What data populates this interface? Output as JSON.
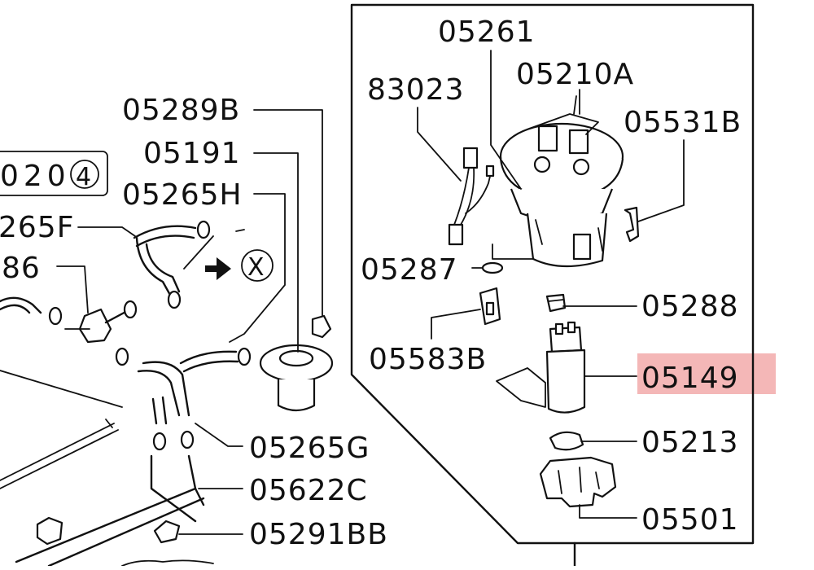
{
  "diagram": {
    "highlight_color": "#f4b7b7",
    "inset_labels": {
      "p05261": "05261",
      "p05210A": "05210A",
      "p83023": "83023",
      "p05531B": "05531B",
      "p05287": "05287",
      "p05288": "05288",
      "p05583B": "05583B",
      "p05149": "05149",
      "p05213": "05213",
      "p05501": "05501"
    },
    "main_labels": {
      "p05289B": "05289B",
      "p05191": "05191",
      "p05265H": "05265H",
      "p05265F": "265F",
      "p86": "86",
      "p05265G": "05265G",
      "p05622C": "05622C",
      "p05291BB": "05291BB",
      "ref_box": "020",
      "ref_num": "4",
      "ref_x": "X"
    }
  }
}
